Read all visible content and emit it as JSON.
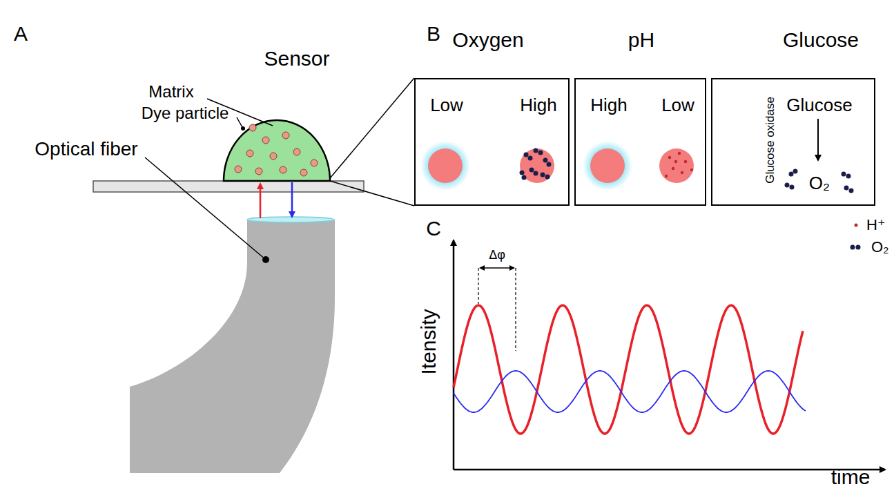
{
  "diagram": {
    "nodes": [
      {
        "text": [
          "Oxygen",
          "Low",
          "High"
        ]
      },
      {
        "text": [
          "pH",
          "High",
          "Low"
        ]
      },
      {
        "text": [
          "Glucose",
          "Glucose",
          "Glucose oxidase",
          "O₂"
        ]
      }
    ],
    "labels": [
      "A",
      "B",
      "C",
      "Sensor",
      "Matrix",
      "Dye particle",
      "Optical fiber",
      "Itensity",
      "time",
      "Δφ"
    ],
    "legend": [
      {
        "text": "H⁺"
      },
      {
        "text": "O₂"
      }
    ]
  }
}
